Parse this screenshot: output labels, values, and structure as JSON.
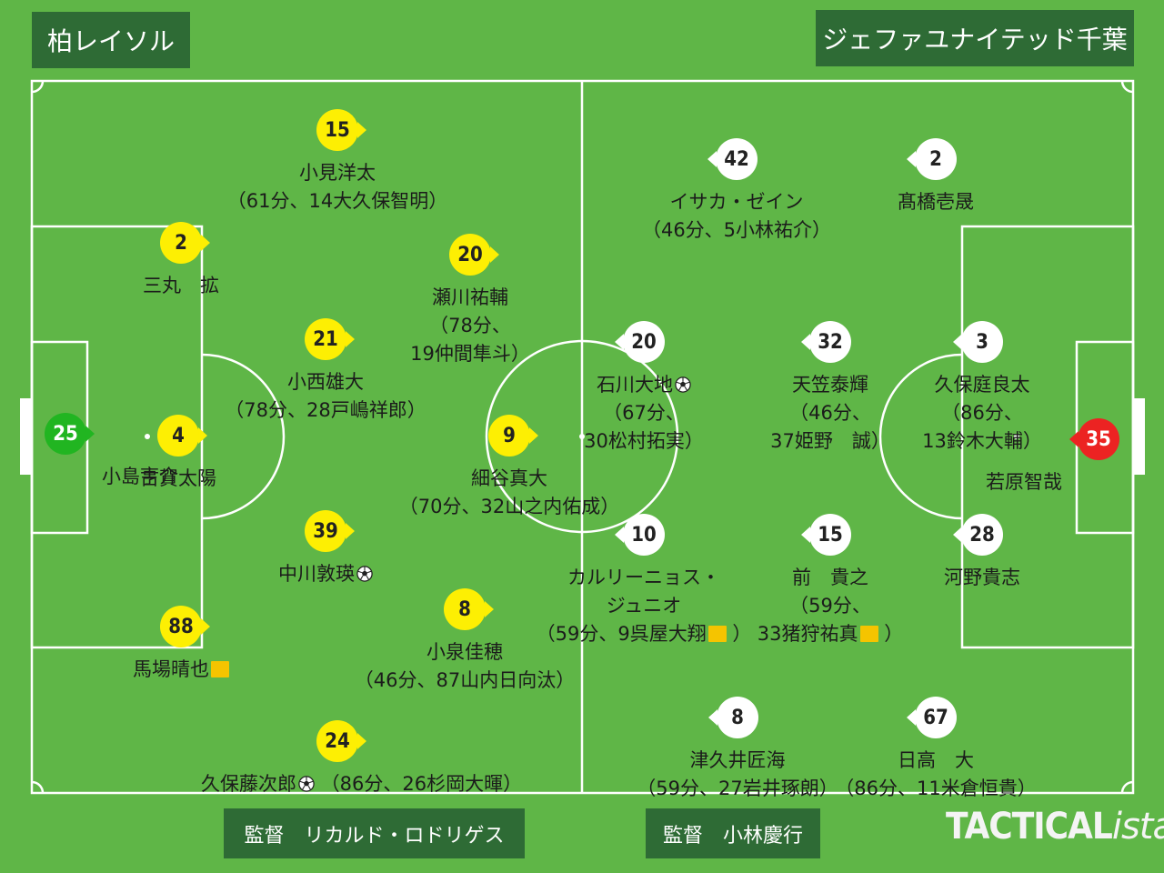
{
  "home_team": "柏レイソル",
  "away_team": "ジェファユナイテッド千葉",
  "home_coach": "監督　リカルド・ロドリゲス",
  "away_coach": "監督　小林慶行",
  "logo": {
    "bold": "TACTICAL",
    "italic": "ista"
  },
  "colors": {
    "pitch": "#5fb647",
    "box": "#2e6b35",
    "home": "#fdef03",
    "away": "#ffffff",
    "home_gk": "#21b521",
    "away_gk": "#ec2322"
  },
  "home_players": [
    {
      "number": "25",
      "name": "小島亨介",
      "sub": "",
      "ball": false,
      "card": false,
      "gk": true
    },
    {
      "number": "4",
      "name": "古賀太陽",
      "sub": "",
      "ball": false,
      "card": false
    },
    {
      "number": "2",
      "name": "三丸　拡",
      "sub": "",
      "ball": false,
      "card": false
    },
    {
      "number": "15",
      "name": "小見洋太",
      "sub": "（61分、14大久保智明）",
      "ball": false,
      "card": false
    },
    {
      "number": "20",
      "name": "瀬川祐輔",
      "sub": "（78分、|19仲間隼斗）",
      "ball": false,
      "card": false
    },
    {
      "number": "21",
      "name": "小西雄大",
      "sub": "（78分、28戸嶋祥郎）",
      "ball": false,
      "card": false
    },
    {
      "number": "9",
      "name": "細谷真大",
      "sub": "（70分、32山之内佑成）",
      "ball": false,
      "card": false
    },
    {
      "number": "39",
      "name": "中川敦瑛",
      "sub": "",
      "ball": true,
      "card": false
    },
    {
      "number": "8",
      "name": "小泉佳穂",
      "sub": "（46分、87山内日向汰）",
      "ball": false,
      "card": false
    },
    {
      "number": "88",
      "name": "馬場晴也",
      "sub": "",
      "ball": false,
      "card": true
    },
    {
      "number": "24",
      "name": "久保藤次郎",
      "sub": "（86分、26杉岡大暉）",
      "ball": true,
      "card": false
    }
  ],
  "away_players": [
    {
      "number": "35",
      "name": "若原智哉",
      "sub": "",
      "ball": false,
      "card": false,
      "gk": true
    },
    {
      "number": "42",
      "name": "イサカ・ゼイン",
      "sub": "（46分、5小林祐介）",
      "ball": false,
      "card": false
    },
    {
      "number": "2",
      "name": "髙橋壱晟",
      "sub": "",
      "ball": false,
      "card": false
    },
    {
      "number": "20",
      "name": "石川大地",
      "sub": "（67分、|30松村拓実）",
      "ball": true,
      "card": false
    },
    {
      "number": "32",
      "name": "天笠泰輝",
      "sub": "（46分、|37姫野　誠）",
      "ball": false,
      "card": false
    },
    {
      "number": "3",
      "name": "久保庭良太",
      "sub": "（86分、|13鈴木大輔）",
      "ball": false,
      "card": false
    },
    {
      "number": "10",
      "name": "カルリーニョス・|ジュニオ",
      "sub": "（59分、9呉屋大翔",
      "sub_end": "）",
      "ball": false,
      "card": true
    },
    {
      "number": "15",
      "name": "前　貴之",
      "sub": "（59分、|33猪狩祐真",
      "sub_end": "）",
      "ball": false,
      "card": true
    },
    {
      "number": "28",
      "name": "河野貴志",
      "sub": "",
      "ball": false,
      "card": false
    },
    {
      "number": "8",
      "name": "津久井匠海",
      "sub": "（59分、27岩井琢朗）",
      "ball": false,
      "card": false
    },
    {
      "number": "67",
      "name": "日高　大",
      "sub": "（86分、11米倉恒貴）",
      "ball": false,
      "card": false
    }
  ]
}
